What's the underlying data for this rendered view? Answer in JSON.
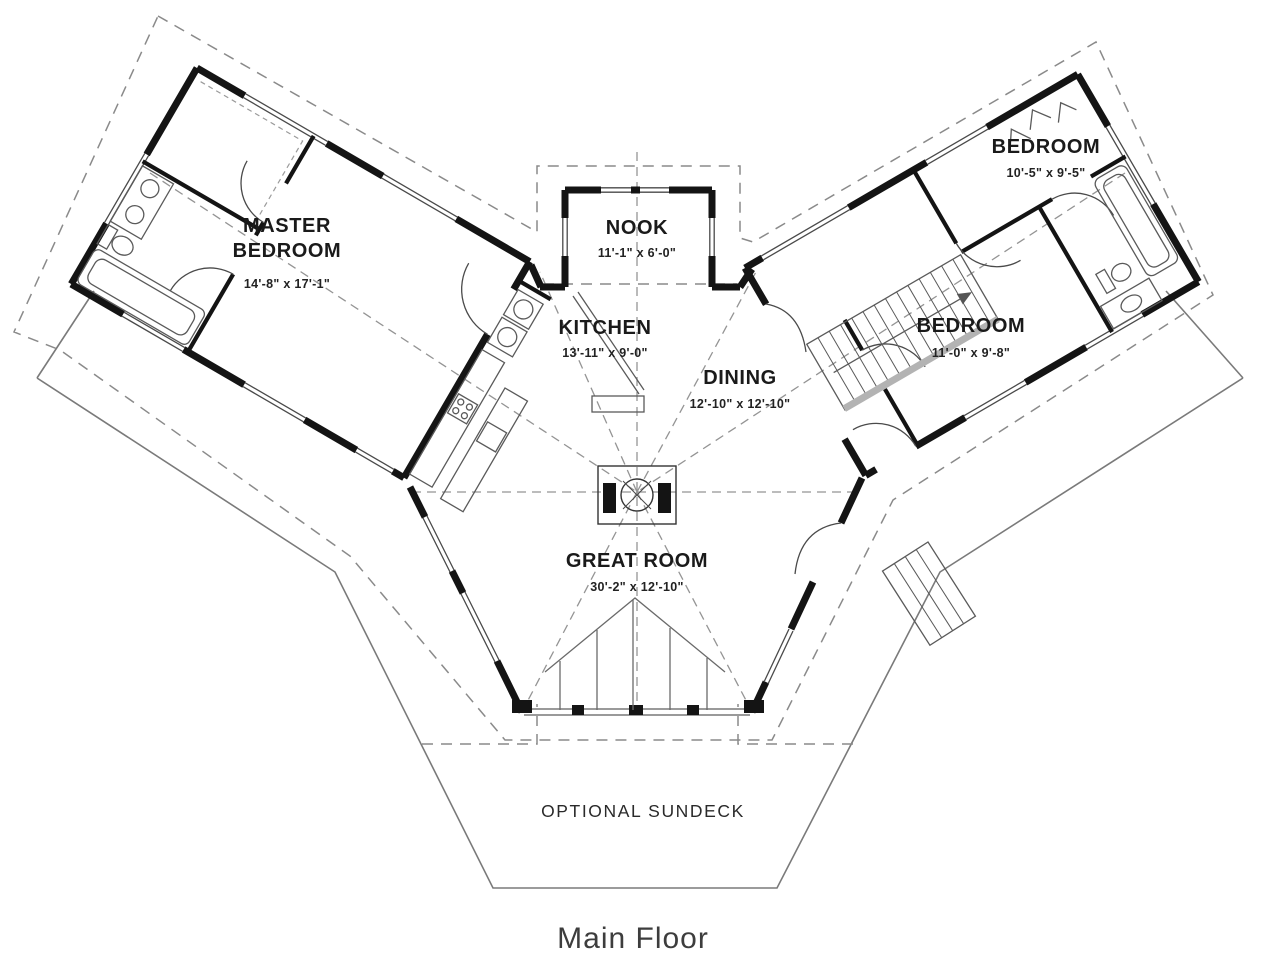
{
  "title": "Main Floor",
  "plan": {
    "rooms": {
      "master": {
        "line1": "MASTER",
        "line2": "BEDROOM",
        "dims": "14'-8\" x 17'-1\""
      },
      "nook": {
        "name": "NOOK",
        "dims": "11'-1\" x 6'-0\""
      },
      "kitchen": {
        "name": "KITCHEN",
        "dims": "13'-11\" x 9'-0\""
      },
      "dining": {
        "name": "DINING",
        "dims": "12'-10\" x 12'-10\""
      },
      "bedroom_upper": {
        "name": "BEDROOM",
        "dims": "10'-5\" x 9'-5\""
      },
      "bedroom_lower": {
        "name": "BEDROOM",
        "dims": "11'-0\" x 9'-8\""
      },
      "great_room": {
        "name": "GREAT ROOM",
        "dims": "30'-2\" x 12'-10\""
      }
    },
    "outdoor_label": "OPTIONAL SUNDECK",
    "colors": {
      "walls": "#141414",
      "thin_lines": "#4a4a4a",
      "dashed_roof": "#8a8a8a",
      "background": "#ffffff",
      "title_text": "#3d3d3d"
    }
  }
}
